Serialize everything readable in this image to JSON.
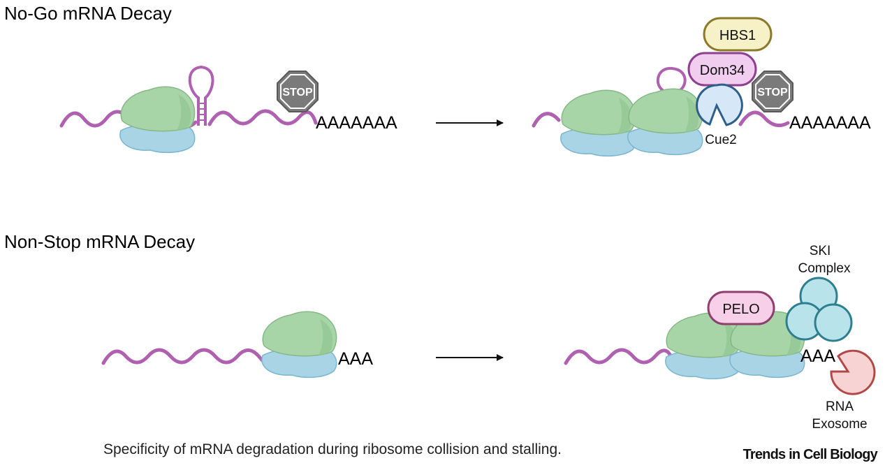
{
  "sections": {
    "no_go": {
      "title": "No-Go mRNA Decay",
      "left_polya": "AAAAAAA",
      "right_polya": "AAAAAAA",
      "stop_left": "STOP",
      "stop_right": "STOP",
      "hbs1": "HBS1",
      "dom34": "Dom34",
      "cue2": "Cue2"
    },
    "non_stop": {
      "title": "Non-Stop mRNA Decay",
      "left_polya": "AAA",
      "right_polya": "AAA",
      "pelo": "PELO",
      "ski_line1": "SKI",
      "ski_line2": "Complex",
      "exosome_line1": "RNA",
      "exosome_line2": "Exosome"
    }
  },
  "caption": "Specificity of mRNA degradation during ribosome collision and stalling.",
  "journal": "Trends in Cell Biology",
  "colors": {
    "mrna": "#b060b0",
    "ribosome_large": "#a8d5a8",
    "ribosome_small": "#a9d4e6",
    "stop_sign": "#7a7a7a",
    "hbs1_fill": "#f6f1c7",
    "hbs1_stroke": "#8a7a2a",
    "dom34_fill": "#f1cdef",
    "dom34_stroke": "#8e3f8e",
    "pelo_fill": "#f7cfe8",
    "pelo_stroke": "#8e3f6e",
    "cue2_fill": "#d6e8f7",
    "cue2_stroke": "#2d5f8a",
    "ski_fill": "#b9e3ea",
    "ski_stroke": "#2d7f90",
    "exosome_fill": "#f8d3d3",
    "exosome_stroke": "#b04848",
    "arrow": "#111111"
  }
}
